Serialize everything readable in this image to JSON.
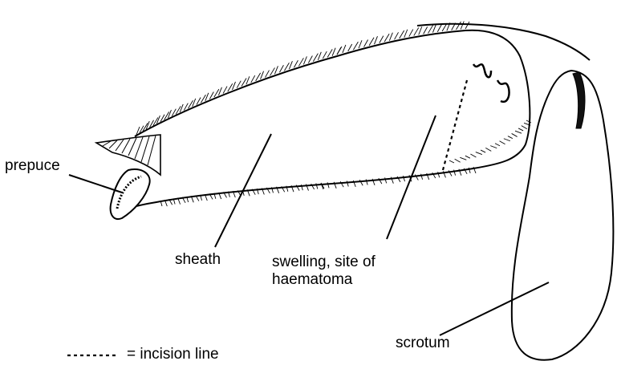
{
  "labels": {
    "prepuce": "prepuce",
    "sheath": "sheath",
    "swelling_line1": "swelling, site of",
    "swelling_line2": "haematoma",
    "scrotum": "scrotum"
  },
  "legend": {
    "incision": "= incision line"
  }
}
